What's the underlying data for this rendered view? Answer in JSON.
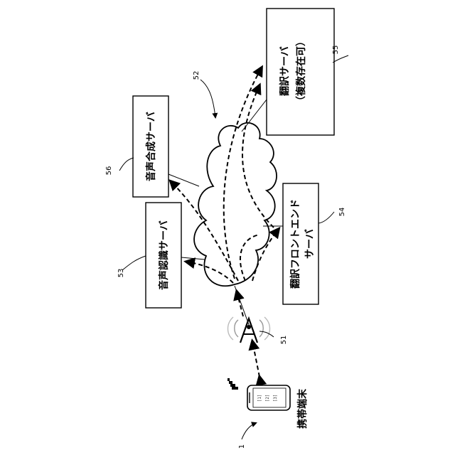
{
  "labels": {
    "terminal": "携帯端末",
    "speech_recognition_server": "音声認識サーバ",
    "speech_synthesis_server": "音声合成サーバ",
    "translation_frontend_server_line1": "翻訳フロントエンド",
    "translation_frontend_server_line2": "サーバ",
    "translation_server_line1": "翻訳サーバ",
    "translation_server_line2": "（複数存在可）"
  },
  "refs": {
    "terminal": "1",
    "base_station": "51",
    "network": "52",
    "speech_recognition": "53",
    "frontend": "54",
    "translation": "55",
    "speech_synthesis": "56"
  },
  "phone_screen": [
    "[1]",
    "[2]",
    "[3]"
  ]
}
